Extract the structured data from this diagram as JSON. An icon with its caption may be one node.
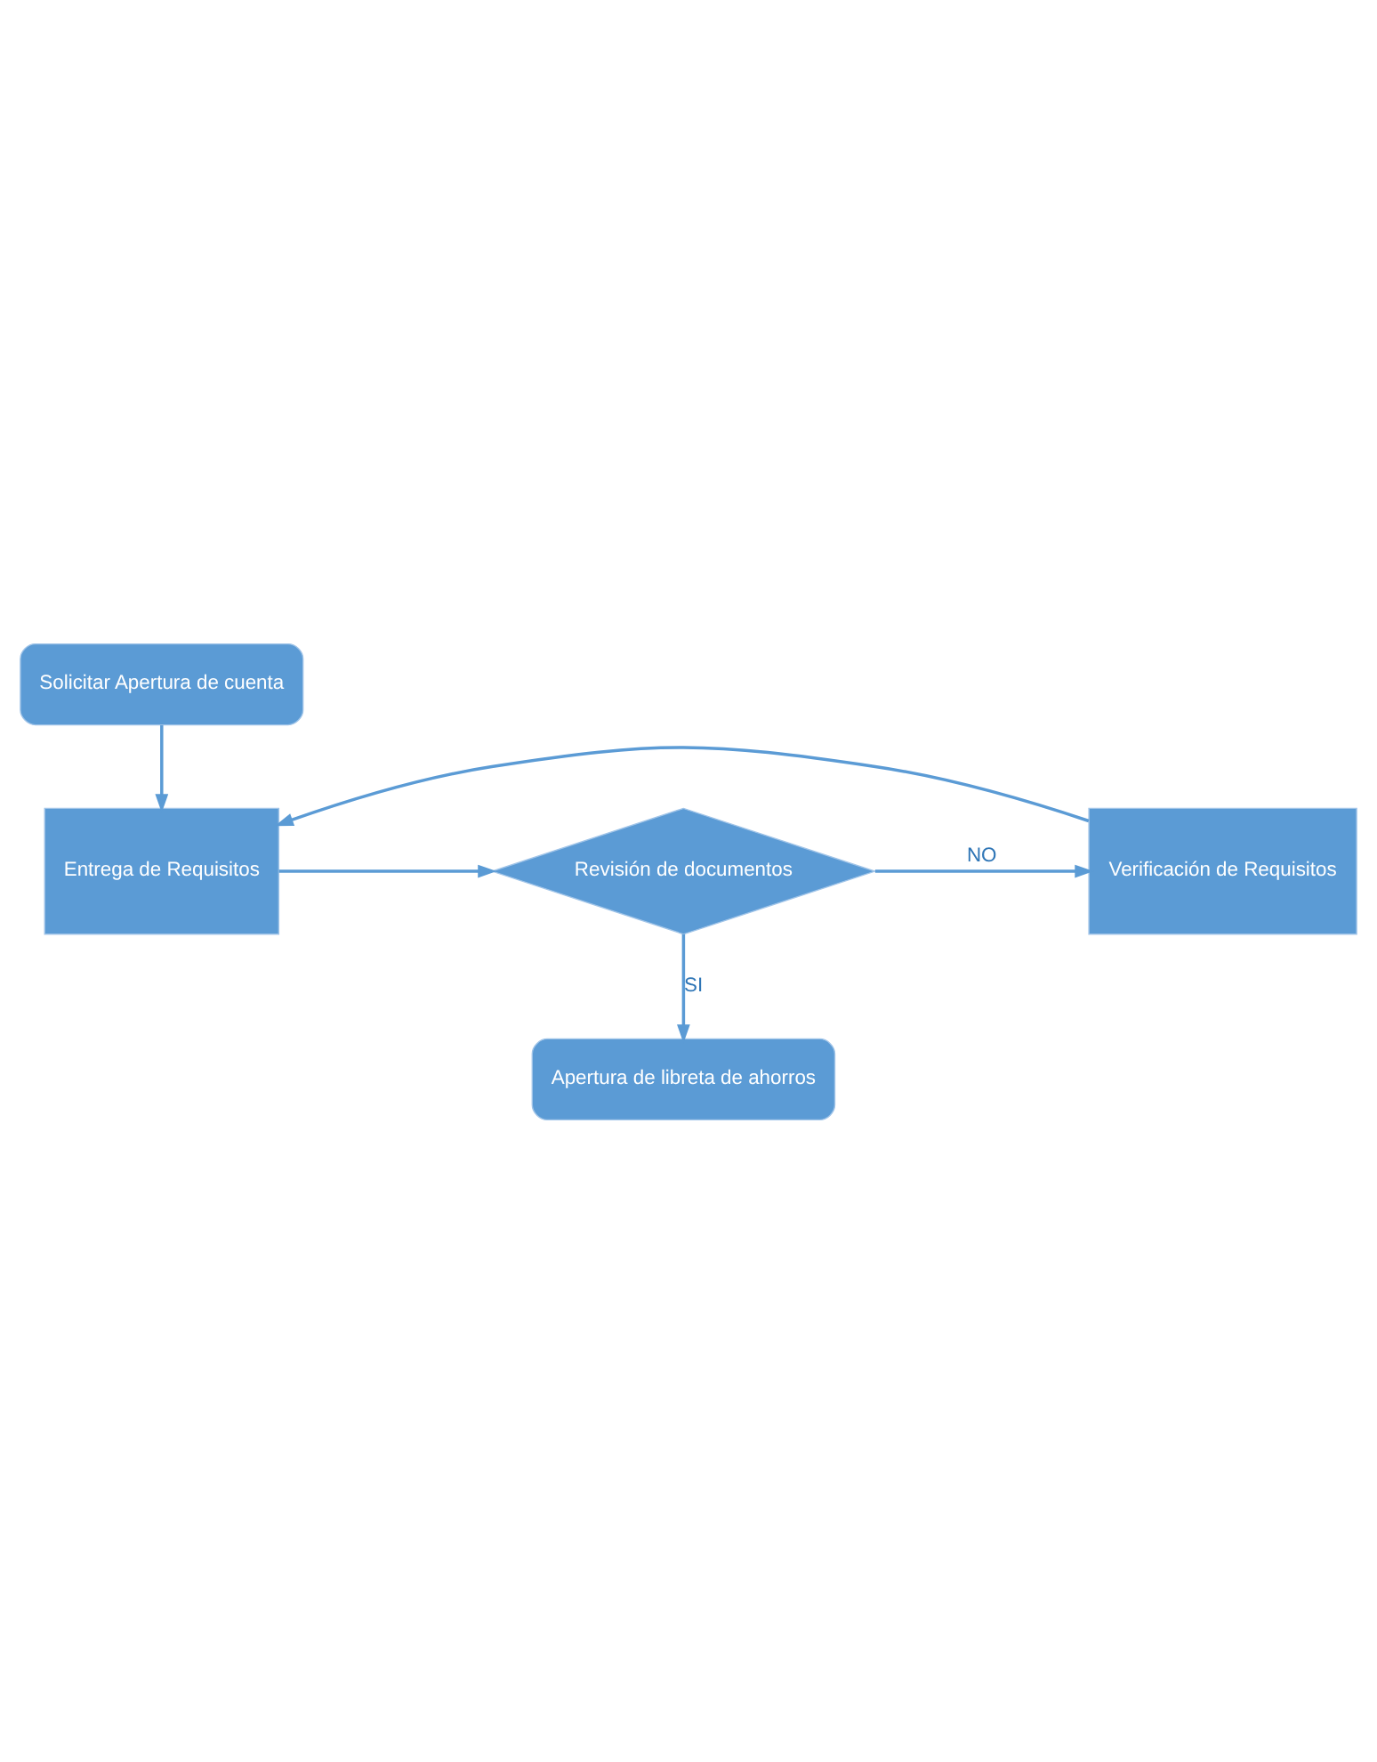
{
  "diagram": {
    "nodes": [
      {
        "text": [
          "Solicitar Apertura de cuenta"
        ]
      },
      {
        "text": [
          "Entrega de Requisitos"
        ]
      },
      {
        "text": [
          "Revisión de documentos"
        ]
      },
      {
        "text": [
          "Verificación de Requisitos"
        ]
      },
      {
        "text": [
          "Apertura de libreta de ahorros"
        ]
      }
    ],
    "edges": [
      {
        "from": 0,
        "to": 1,
        "arrow": "to"
      },
      {
        "from": 1,
        "to": 2,
        "arrow": "to"
      },
      {
        "from": 2,
        "to": 3,
        "arrow": "to",
        "label": "NO"
      },
      {
        "from": 3,
        "to": 1,
        "arrow": "to"
      },
      {
        "from": 2,
        "to": 4,
        "arrow": "to",
        "label": "SI"
      }
    ]
  }
}
